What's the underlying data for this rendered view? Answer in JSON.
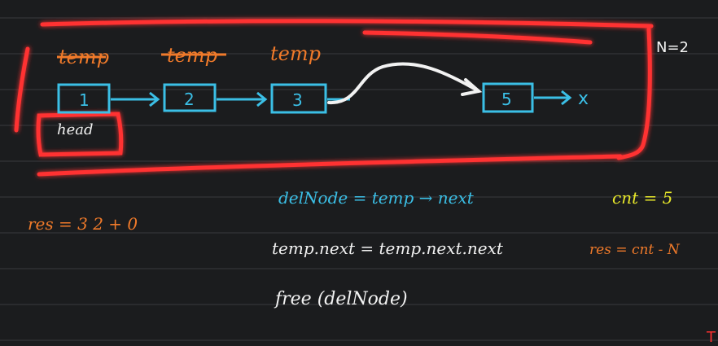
{
  "colors": {
    "background": "#1b1c1e",
    "ruled_line": "#2a2b2e",
    "red_ink": "#ff3030",
    "red_glow": "#ff5a5a",
    "orange_ink": "#f07a2a",
    "cyan_ink": "#3bbfe6",
    "white_ink": "#f2f2f2",
    "yellow_ink": "#e8e82a"
  },
  "top_labels": {
    "temp_1": "temp",
    "temp_2": "temp",
    "temp_3": "temp",
    "n_value": "N=2"
  },
  "linked_list": {
    "nodes": [
      "1",
      "2",
      "3",
      "5"
    ],
    "null_marker": "x",
    "head_label": "head"
  },
  "equations": {
    "res_line": "res = 3 2 + 0",
    "del_node": "delNode = temp → next",
    "cnt": "cnt = 5",
    "relink": "temp.next = temp.next.next",
    "res_formula": "res = cnt - N",
    "free": "free (delNode)"
  },
  "corner_mark": "T"
}
